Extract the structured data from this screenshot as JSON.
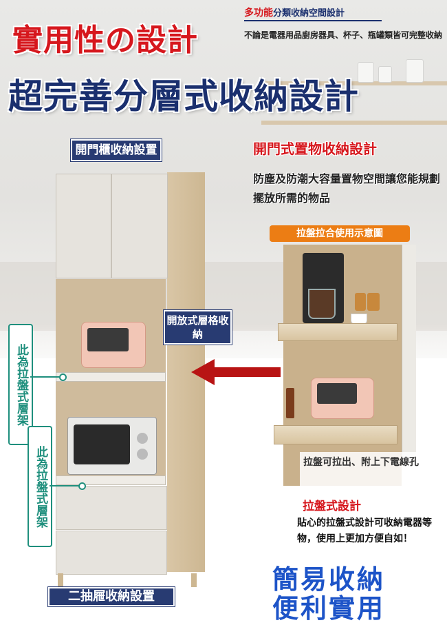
{
  "headline": {
    "practical": "實用性の設計",
    "storage": "超完善分層式收納設計"
  },
  "multi_function": {
    "highlight": "多功能",
    "title": "分類收納空間設計",
    "description": "不論是電器用品廚房器具、杯子、瓶罐類皆可完整收納"
  },
  "door_storage": {
    "title": "開門式置物收納設計",
    "description": "防塵及防潮大容量置物空間讓您能規劃擺放所需的物品"
  },
  "labels": {
    "door_cabinet": "開門櫃收納設置",
    "open_shelf": "開放式層格收納",
    "pull_shelf_1": "此為拉盤式層架",
    "pull_shelf_2": "此為拉盤式層架",
    "drawers": "二抽屜收納設置"
  },
  "demo": {
    "tag": "拉盤拉合使用示意圖",
    "caption": "拉盤可拉出、附上下電線孔"
  },
  "pull_design": {
    "title": "拉盤式設計",
    "description": "貼心的拉盤式設計可收納電器等物，使用上更加方便自如！"
  },
  "slogan": {
    "line1": "簡易收納",
    "line2": "便利實用"
  },
  "colors": {
    "red": "#d6171d",
    "navy": "#1a2f6e",
    "teal": "#1f8f7d",
    "orange": "#ec7d14",
    "blue": "#1d54c8"
  }
}
